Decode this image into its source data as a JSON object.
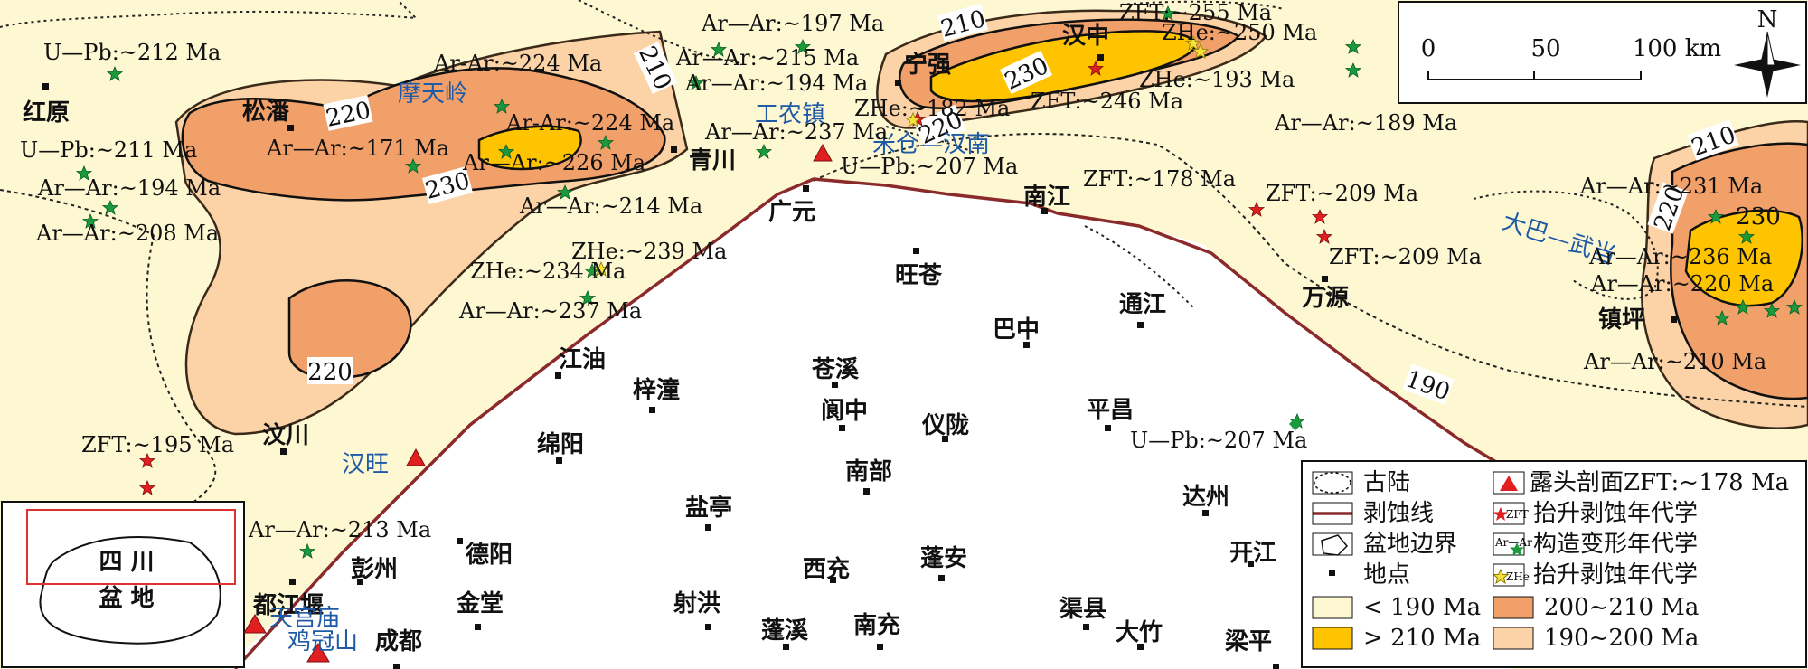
{
  "north_label": "N",
  "scale": {
    "t0": "0",
    "t50": "50",
    "t100": "100 km"
  },
  "cities": {
    "hongyuan": "红原",
    "songpan": "松潘",
    "qingchuan": "青川",
    "guangyuan": "广元",
    "wangcang": "旺苍",
    "nanjiang": "南江",
    "tongjiang": "通江",
    "bazhong": "巴中",
    "wanyuan": "万源",
    "zhenping": "镇坪",
    "jiangyou": "江油",
    "zitong": "梓潼",
    "cangxi": "苍溪",
    "langzhong": "阆中",
    "yilong": "仪陇",
    "pingchang": "平昌",
    "mianyang": "绵阳",
    "nanbu": "南部",
    "yanting": "盐亭",
    "dazhou": "达州",
    "wenchuan": "汶川",
    "deyang": "德阳",
    "dujiangyan": "都江堰",
    "pengzhou": "彭州",
    "jintang": "金堂",
    "xichong": "西充",
    "pengan": "蓬安",
    "kaijiang": "开江",
    "shehong": "射洪",
    "qu": "渠县",
    "dazhu": "大竹",
    "chengdu": "成都",
    "pengxi": "蓬溪",
    "nanchong": "南充",
    "liangping": "梁平",
    "hanzhong": "汉中",
    "ningqiang": "宁强"
  },
  "places_blue": {
    "motianling": "摩天岭",
    "gongnongzhen": "工农镇",
    "migang_hannan": "米仓—汉南",
    "daba_wudang": "大巴—武当",
    "hanwang": "汉旺",
    "tiangongmiao": "天宫庙",
    "jiguanshan": "鸡冠山"
  },
  "ages": {
    "a1": "U—Pb:~212 Ma",
    "a2": "Ar-Ar:~224 Ma",
    "a3": "Ar—Ar:~197 Ma",
    "a4": "Ar—Ar:~215 Ma",
    "a5": "Ar—Ar:~194 Ma",
    "a6": "ZFT:~255 Ma",
    "a7": "ZHe:~250 Ma",
    "a8": "ZHe:~193 Ma",
    "a9": "ZHe:~182 Ma",
    "a10": "ZFT:~246 Ma",
    "a11": "Ar—Ar:~189 Ma",
    "a12": "Ar-Ar:~224 Ma",
    "a13": "Ar—Ar:~171 Ma",
    "a14": "U—Pb:~211 Ma",
    "a15": "Ar—Ar:~226 Ma",
    "a16": "Ar—Ar:~194 Ma",
    "a17": "Ar—Ar:~237 Ma",
    "a18": "U—Pb:~207 Ma",
    "a19": "Ar—Ar:~214 Ma",
    "a20": "Ar—Ar:~208 Ma",
    "a21": "ZFT:~178 Ma",
    "a22": "ZFT:~209 Ma",
    "a23": "ZFT:~209 Ma",
    "a24": "Ar—Ar:~231 Ma",
    "a25": "ZHe:~239 Ma",
    "a26": "ZHe:~234 Ma",
    "a27": "Ar—Ar:~237 Ma",
    "a28": "Ar—Ar:~236 Ma",
    "a29": "Ar—Ar:~220 Ma",
    "a30": "Ar—Ar:~210 Ma",
    "a31": "ZFT:~195 Ma",
    "a32": "U—Pb:~207 Ma",
    "a33": "Ar—Ar:~213 Ma"
  },
  "contours": {
    "c220a": "220",
    "c230a": "230",
    "c210a": "210",
    "c220b": "220",
    "c210b": "210",
    "c230b": "230",
    "c220c": "220",
    "c210c": "210",
    "c230c": "230",
    "c220d": "220",
    "c190": "190"
  },
  "inset": {
    "line1": "四 川",
    "line2": "盆 地"
  },
  "legend": {
    "l1": "古陆",
    "l2": "剥蚀线",
    "l3": "盆地边界",
    "l4": "地点",
    "l5": "< 190 Ma",
    "l6": "> 210 Ma",
    "r1": "露头剖面ZFT:~178 Ma",
    "r2": "抬升剥蚀年代学",
    "r3": "构造变形年代学",
    "r4": "抬升剥蚀年代学",
    "r5": "200~210 Ma",
    "r6": "190~200 Ma",
    "k_zft": "ZFT",
    "k_arar": "Ar—Ar",
    "k_zhe": "ZHe"
  },
  "colors": {
    "below190": "#fdf8d2",
    "r190_200": "#fbd3a6",
    "r200_210": "#f2a06a",
    "above210": "#ffc400",
    "erosion": "#8b2a2a",
    "boundary": "#8b2a2a",
    "red_marker": "#e02020",
    "green_marker": "#1a9a3c",
    "yellow_marker": "#f5e13a"
  }
}
